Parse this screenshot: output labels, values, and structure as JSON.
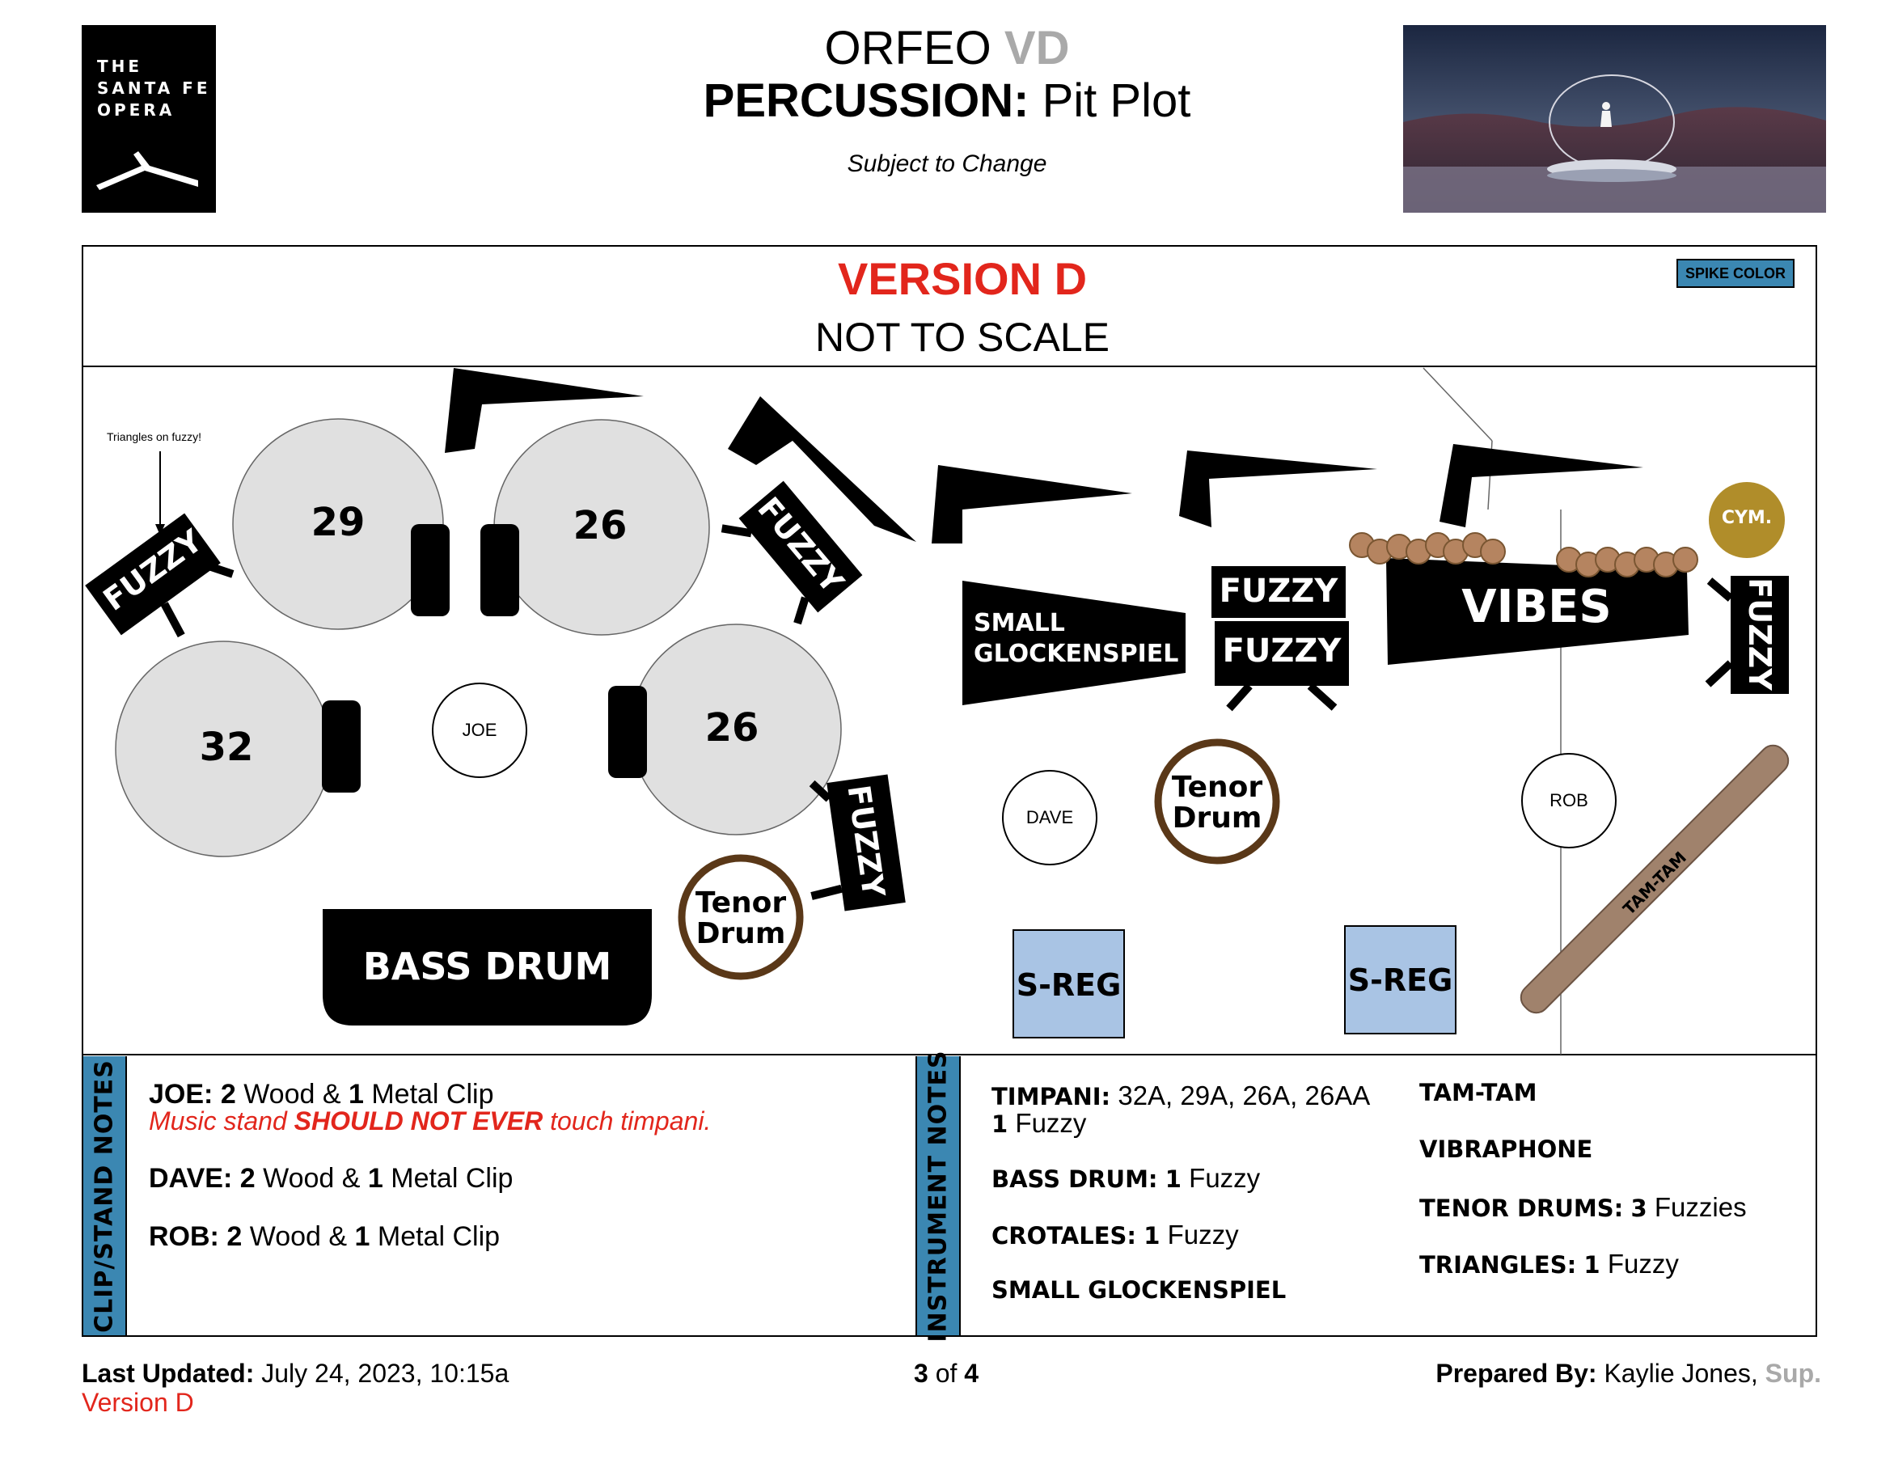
{
  "logo": {
    "text": "THE\nSANTA FE\nOPERA"
  },
  "header": {
    "title_main": "ORFEO",
    "title_version": "VD",
    "subtitle_bold": "PERCUSSION:",
    "subtitle_rest": "Pit Plot",
    "note": "Subject to Change"
  },
  "plot": {
    "version": "VERSION D",
    "scale_note": "NOT TO SCALE",
    "spike_label": "SPIKE COLOR",
    "triangle_note": "Triangles on fuzzy!",
    "timpani": [
      "29",
      "26",
      "32",
      "26"
    ],
    "chairs": [
      "JOE",
      "DAVE",
      "ROB"
    ],
    "fuzzy": "FUZZY",
    "tenor_drum": [
      "Tenor",
      "Drum"
    ],
    "bass_drum": "BASS DRUM",
    "glockenspiel": [
      "SMALL",
      "GLOCKENSPIEL"
    ],
    "vibes": "VIBES",
    "cymbal": "CYM.",
    "tam_tam": "TAM-TAM",
    "sreg": "S-REG"
  },
  "clip_notes": {
    "heading": "CLIP/STAND NOTES",
    "joe": {
      "name": "JOE:",
      "n1": "2",
      "t1": "Wood &",
      "n2": "1",
      "t2": "Metal Clip"
    },
    "warning": {
      "pre": "Music stand",
      "bold": "SHOULD NOT EVER",
      "post": "touch timpani."
    },
    "dave": {
      "name": "DAVE:",
      "n1": "2",
      "t1": "Wood &",
      "n2": "1",
      "t2": "Metal Clip"
    },
    "rob": {
      "name": "ROB:",
      "n1": "2",
      "t1": "Wood &",
      "n2": "1",
      "t2": "Metal Clip"
    }
  },
  "instrument_notes": {
    "heading": "INSTRUMENT  NOTES",
    "timpani": {
      "name": "TIMPANI:",
      "value": "32A, 29A, 26A, 26AA",
      "n": "1",
      "extra": "Fuzzy"
    },
    "bass_drum": {
      "name": "BASS DRUM:",
      "n": "1",
      "value": "Fuzzy"
    },
    "crotales": {
      "name": "CROTALES:",
      "n": "1",
      "value": "Fuzzy"
    },
    "glock": {
      "name": "SMALL GLOCKENSPIEL"
    },
    "tamtam": {
      "name": "TAM-TAM"
    },
    "vibraphone": {
      "name": "VIBRAPHONE"
    },
    "tenor": {
      "name": "TENOR DRUMS:",
      "n": "3",
      "value": "Fuzzies"
    },
    "triangles": {
      "name": "TRIANGLES:",
      "n": "1",
      "value": "Fuzzy"
    }
  },
  "footer": {
    "updated_label": "Last Updated:",
    "updated_value": "July 24, 2023,  10:15a",
    "version": "Version D",
    "page_current": "3",
    "page_of": "of",
    "page_total": "4",
    "prepared_label": "Prepared By:",
    "prepared_name": "Kaylie Jones,",
    "prepared_role": "Sup."
  },
  "colors": {
    "accent_red": "#e2261c",
    "notes_blue": "#3b87b2",
    "sreg_blue": "#a9c4e4",
    "timpani_gray": "#e0e0e0",
    "tenor_brown": "#5a3818",
    "cymbal_gold": "#b08d2a",
    "tamtam_tan": "#a0826c",
    "bead_brown": "#b58460"
  }
}
